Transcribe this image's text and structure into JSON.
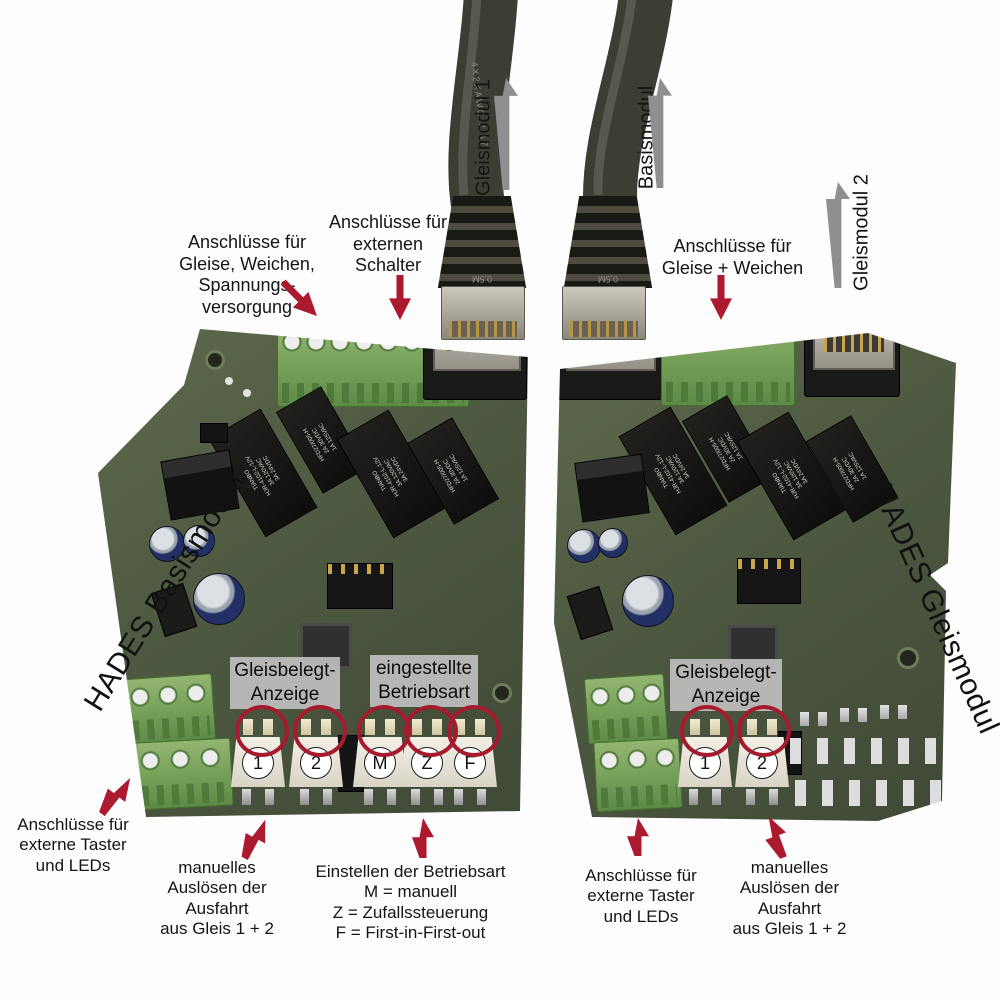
{
  "meta": {
    "description": "Annotated product photo of two HADES model-railway control PCBs with German labels"
  },
  "colors": {
    "background": "#fdfdfd",
    "pcb_green": "#4e5941",
    "terminal_green": "#7aa35c",
    "arrow_red": "#ab1a2e",
    "arrow_gray": "#8f8f8f",
    "overlay_gray": "#c5c5c5",
    "ring_red": "#a51b2d"
  },
  "annotations": {
    "gleise_weichen": "Anschlüsse für\nGleise, Weichen,\nSpannungs-\nversorgung",
    "externer_schalter": "Anschlüsse für\nexternen\nSchalter",
    "gleise_plus_weichen": "Anschlüsse für\nGleise + Weichen",
    "taster_leds_left": "Anschlüsse für\nexterne Taster\nund LEDs",
    "taster_leds_right": "Anschlüsse für\nexterne Taster\nund LEDs",
    "manuell_ausloesen_left": "manuelles\nAuslösen der\nAusfahrt\naus Gleis 1 + 2",
    "manuell_ausloesen_right": "manuelles\nAuslösen der\nAusfahrt\naus Gleis 1 + 2",
    "betriebsart_legende": "Einstellen der Betriebsart\nM = manuell\nZ = Zufallssteuerung\nF = First-in-First-out",
    "cable1_label": "Gleismodul 1",
    "cable2_label": "Basismodul",
    "jack2_label": "Gleismodul 2"
  },
  "boards": {
    "left": {
      "title": "HADES Basismodul",
      "overlay_gleisbelegt": "Gleisbelegt-\nAnzeige",
      "overlay_betriebsart": "eingestellte\nBetriebsart",
      "buttons": [
        "1",
        "2",
        "M",
        "Z",
        "F"
      ]
    },
    "right": {
      "title": "HADES Gleismodul",
      "overlay_gleisbelegt": "Gleisbelegt-\nAnzeige",
      "buttons": [
        "1",
        "2"
      ]
    }
  },
  "components": {
    "relay_large_text": "TIANBO\nHJR-4102-L-12V\n3A 120VAC\n3A 24VDC",
    "relay_small_text": "HFD27/005-H\n2A 30VDC\n1A 125VAC",
    "cable_print": "4X2XAWG 2/17",
    "boot_print": "0,5M"
  }
}
